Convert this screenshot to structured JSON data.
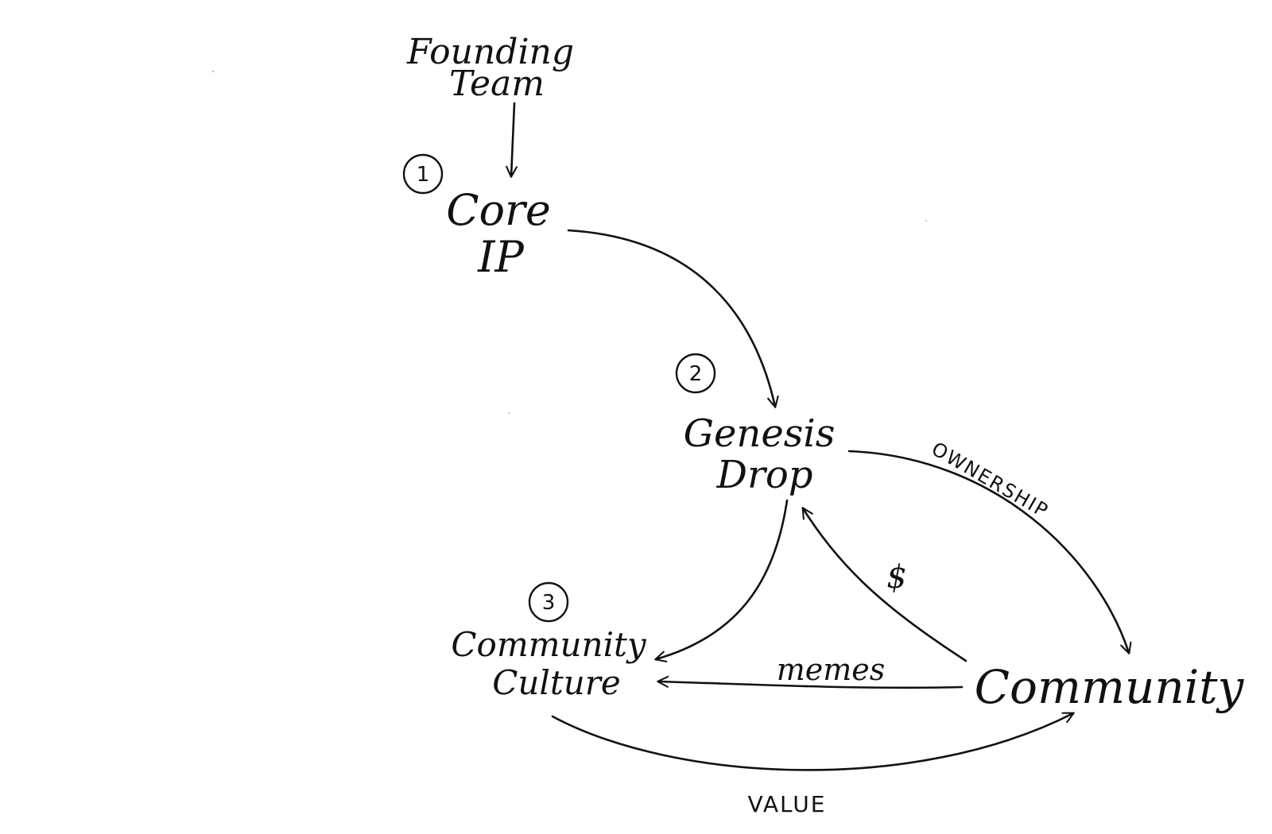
{
  "nodes": {
    "founding_team": {
      "line1": "Founding",
      "line2": "Team"
    },
    "core_ip": {
      "step": "1",
      "line1": "Core",
      "line2": "IP"
    },
    "genesis_drop": {
      "step": "2",
      "line1": "Genesis",
      "line2": "Drop"
    },
    "community_culture": {
      "step": "3",
      "line1": "Community",
      "line2": "Culture"
    },
    "community": {
      "label": "Community"
    }
  },
  "edges": {
    "ownership": "OWNERSHIP",
    "dollar": "$",
    "memes": "memes",
    "value": "VALUE"
  },
  "colors": {
    "ink": "#111111",
    "paper": "#ffffff"
  }
}
